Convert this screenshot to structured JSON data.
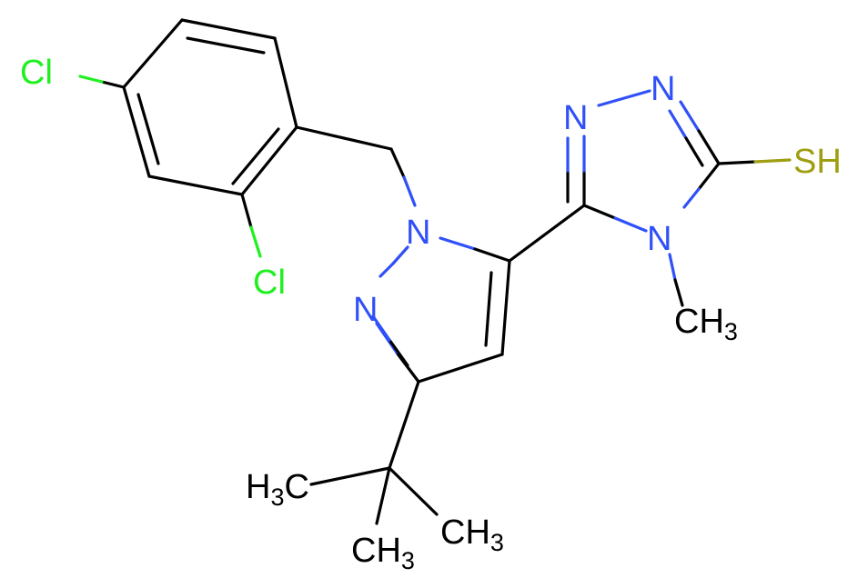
{
  "colors": {
    "bond": "#000000",
    "nitrogen": "#3050F8",
    "chlorine": "#1FF01F",
    "sulfur": "#9E9E10",
    "carbon_label": "#000000"
  },
  "atoms": {
    "cl_top": "Cl",
    "cl_bottom": "Cl",
    "n1_pyrazole": "N",
    "n2_pyrazole": "N",
    "n_triazole_left": "N",
    "n_triazole_right": "N",
    "n4_triazole": "N",
    "sh": "SH",
    "n_methyl": {
      "main": "CH",
      "sub": "3"
    },
    "tbu_methyl_left": {
      "main": "H",
      "sub": "3",
      "tail": "C"
    },
    "tbu_methyl_right": {
      "main": "CH",
      "sub": "3"
    },
    "tbu_methyl_bottom": {
      "main": "CH",
      "sub": "3"
    }
  }
}
